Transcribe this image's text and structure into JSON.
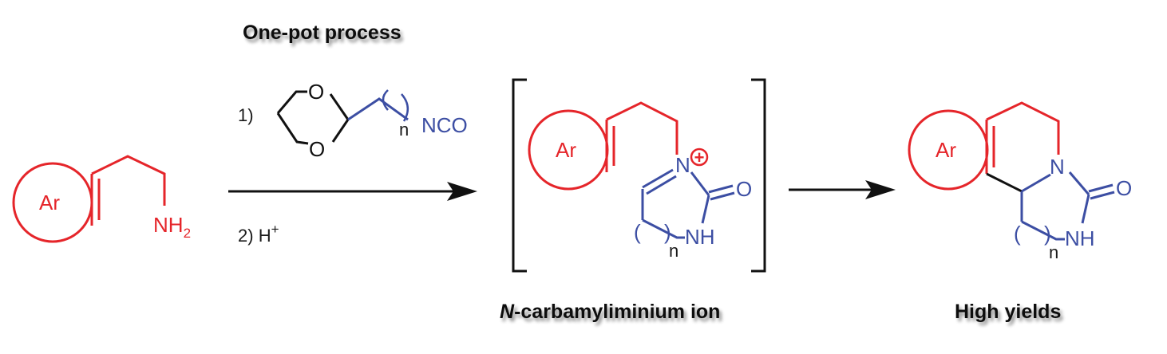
{
  "header": {
    "title": "One-pot process"
  },
  "steps": {
    "step1_number": "1)",
    "step2_number": "2)",
    "step2_reagent": "H",
    "step2_charge": "+"
  },
  "reagent": {
    "oxygen_top": "O",
    "oxygen_bottom": "O",
    "chain_index": "n",
    "group": "NCO"
  },
  "start_material": {
    "ring_label": "Ar",
    "amine": "NH",
    "amine_subscript": "2"
  },
  "intermediate": {
    "ring_label": "Ar",
    "nitrogen": "N",
    "charge_symbol": "+",
    "carbonyl_o": "O",
    "paren_open": "(",
    "paren_close": ")",
    "chain_index": "n",
    "nh": "NH",
    "caption_italic": "N",
    "caption_rest": "-carbamyliminium ion"
  },
  "product": {
    "ring_label": "Ar",
    "nitrogen": "N",
    "carbonyl_o": "O",
    "paren_open": "(",
    "paren_close": ")",
    "chain_index": "n",
    "nh": "NH",
    "caption": "High yields"
  },
  "colors": {
    "red": "#e5252a",
    "blue": "#3c4ea3",
    "black": "#111111"
  }
}
